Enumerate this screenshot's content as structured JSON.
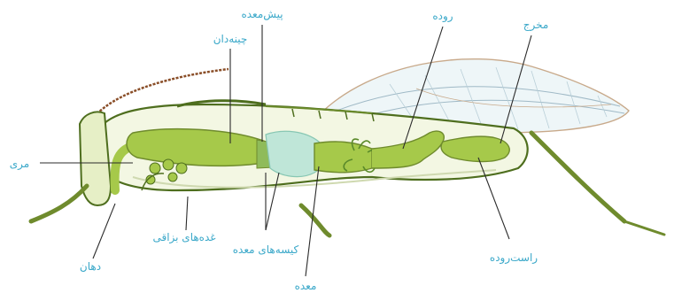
{
  "labels": {
    "pish_meedeh": "پیش‌معده",
    "chineh_dan": "چینه‌دان",
    "rudeh": "روده",
    "makhraj": "مخرج",
    "meri": "مری",
    "ghodeh_bazaghi": "غده‌های بزاقی",
    "dahan": "دهان",
    "kiseh_meedeh": "کیسه‌های معده",
    "meedeh": "معده",
    "rast_rudeh": "راست‌روده"
  },
  "colors": {
    "label_text": "#3aa8c9",
    "gut_green": "#a6c94a",
    "body_outline": "#4e6e1e",
    "wing_vein": "#9fb9c6",
    "gastric_caeca": "#bfe6d8"
  }
}
